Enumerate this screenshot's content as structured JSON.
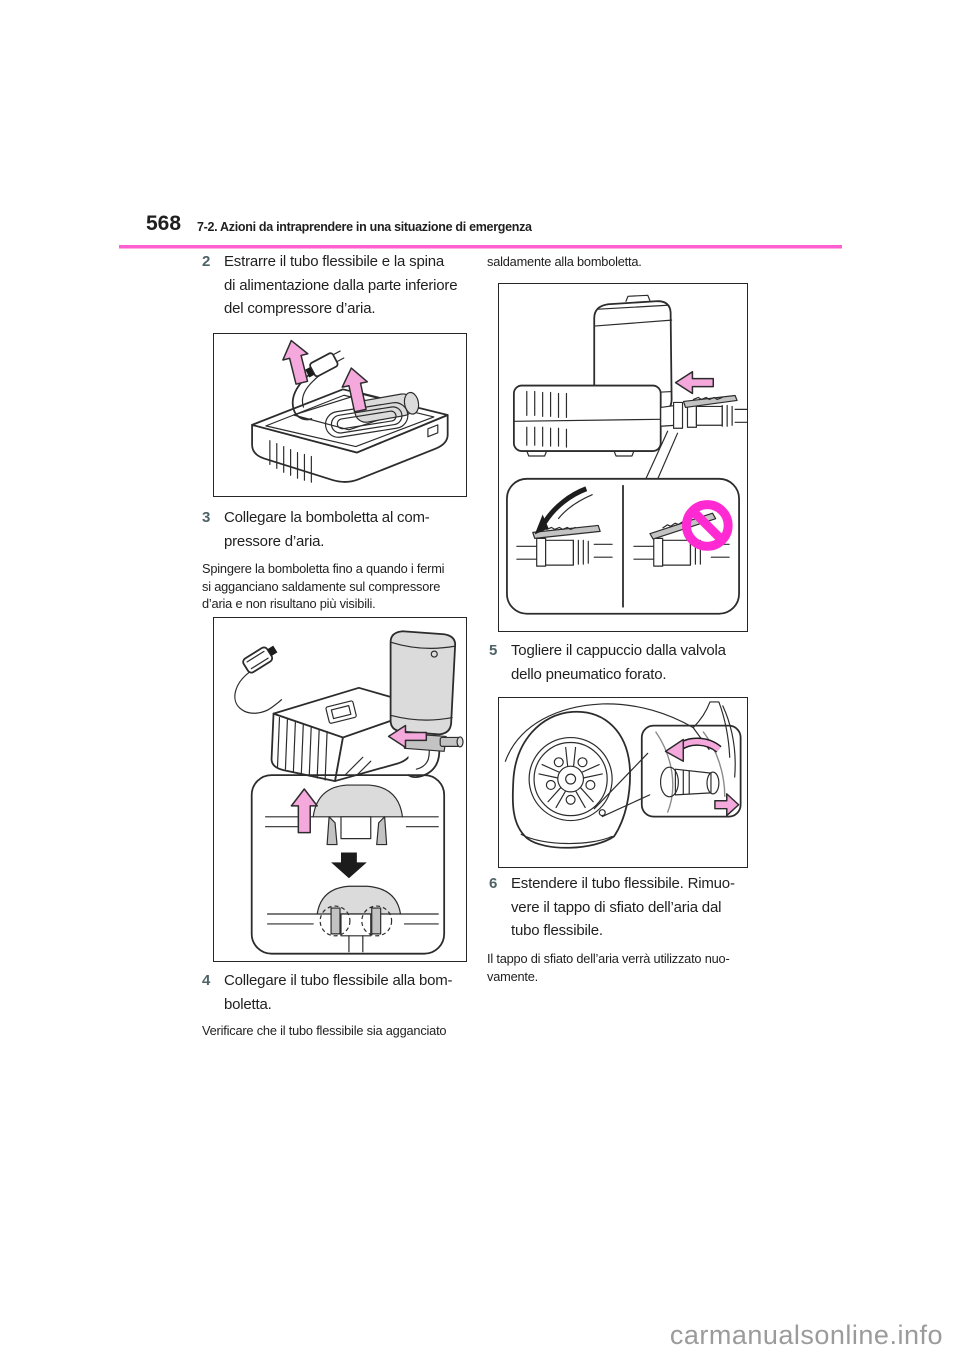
{
  "page": {
    "number": "568",
    "section_title": "7-2. Azioni da intraprendere in una situazione di emergenza",
    "watermark": "carmanualsonline.info"
  },
  "colors": {
    "header_rule_pink": "#ff5fd0",
    "arrow_pink": "#f4a8dc",
    "prohibition_magenta": "#ff2ad1",
    "step_number_teal": "#4e6367",
    "watermark_gray": "#9b9b9b"
  },
  "steps": {
    "s2": {
      "num": "2",
      "lines": [
        "Estrarre il tubo flessibile e la spina",
        "di alimentazione dalla parte inferiore",
        "del compressore d’aria."
      ]
    },
    "s3": {
      "num": "3",
      "lines": [
        "Collegare la bomboletta al com-",
        "pressore d’aria."
      ]
    },
    "s4": {
      "num": "4",
      "lines": [
        "Collegare il tubo flessibile alla bom-",
        "boletta."
      ]
    },
    "s5": {
      "num": "5",
      "lines": [
        "Togliere il cappuccio dalla valvola",
        "dello pneumatico forato."
      ]
    },
    "s6": {
      "num": "6",
      "lines": [
        "Estendere il tubo flessibile. Rimuo-",
        "vere il tappo di sfiato dell’aria dal",
        "tubo flessibile."
      ]
    }
  },
  "notes": {
    "step3_note": [
      "Spingere la bomboletta fino a quando i fermi",
      "si agganciano saldamente sul compressore",
      "d’aria e non risultano più visibili."
    ],
    "step4_note_left": [
      "Verificare che il tubo flessibile sia agganciato"
    ],
    "step4_note_right": [
      "saldamente alla bomboletta."
    ],
    "step6_note": [
      "Il tappo di sfiato dell’aria verrà utilizzato nuo-",
      "vamente."
    ]
  },
  "icons": {
    "up_arrow": "pink-up-arrow-icon",
    "left_arrow": "pink-left-arrow-icon",
    "down_arrow": "black-down-arrow-icon",
    "curved_arrow": "black-curved-arrow-icon",
    "rotate_arrow": "pink-rotate-arrow-icon",
    "right_arrow": "pink-right-arrow-icon",
    "prohibition": "prohibition-icon"
  }
}
